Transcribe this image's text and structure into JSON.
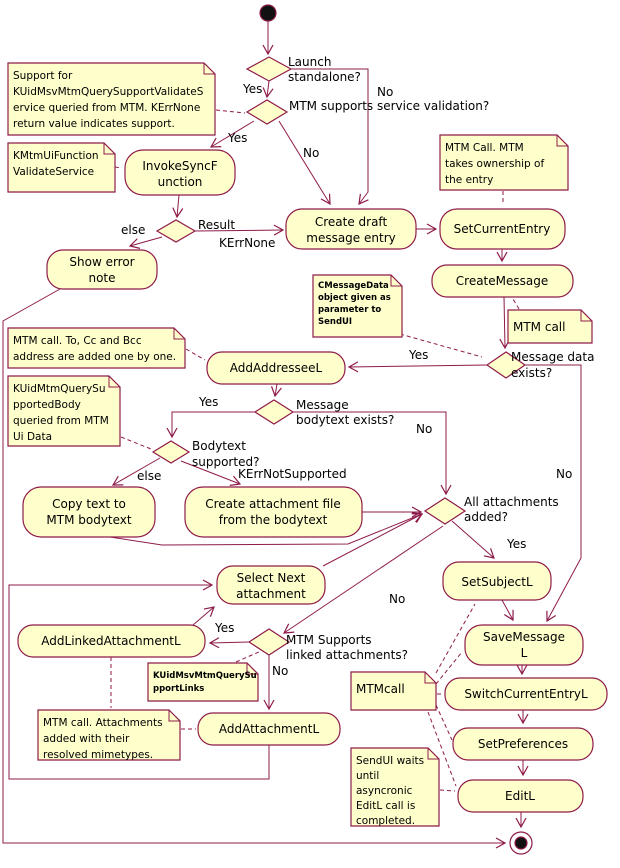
{
  "colors": {
    "accent": "#8E1B4A",
    "shape_fill": "#FFFFCC",
    "text": "#000000",
    "background": "#FFFFFF"
  },
  "activities": {
    "invoke_sync_function": {
      "lines": [
        "InvokeSyncF",
        "unction"
      ]
    },
    "show_error_note": {
      "lines": [
        "Show error",
        "note"
      ]
    },
    "create_draft_message_entry": {
      "lines": [
        "Create draft",
        "message entry"
      ]
    },
    "set_current_entry": {
      "lines": [
        "SetCurrentEntry"
      ]
    },
    "create_message": {
      "lines": [
        "CreateMessage"
      ]
    },
    "add_addressee": {
      "lines": [
        "AddAddresseeL"
      ]
    },
    "copy_text": {
      "lines": [
        "Copy text to",
        "MTM bodytext"
      ]
    },
    "create_attachment_file": {
      "lines": [
        "Create attachment file",
        "from the bodytext"
      ]
    },
    "select_next_attachment": {
      "lines": [
        "Select Next",
        "attachment"
      ]
    },
    "add_linked_attachment": {
      "lines": [
        "AddLinkedAttachmentL"
      ]
    },
    "add_attachment": {
      "lines": [
        "AddAttachmentL"
      ]
    },
    "set_subject": {
      "lines": [
        "SetSubjectL"
      ]
    },
    "save_message": {
      "lines": [
        "SaveMessage",
        "L"
      ]
    },
    "switch_current_entry": {
      "lines": [
        "SwitchCurrentEntryL"
      ]
    },
    "set_preferences": {
      "lines": [
        "SetPreferences"
      ]
    },
    "edit_l": {
      "lines": [
        "EditL"
      ]
    }
  },
  "decisions": {
    "launch_standalone": {
      "lines": [
        "Launch",
        "standalone?"
      ]
    },
    "mtm_supports_validation": {
      "lines": [
        "MTM supports service validation?"
      ]
    },
    "result": {
      "lines": [
        "Result"
      ]
    },
    "message_data_exists": {
      "lines": [
        "Message data",
        "exists?"
      ]
    },
    "message_bodytext_exists": {
      "lines": [
        "Message",
        "bodytext exists?"
      ]
    },
    "bodytext_supported": {
      "lines": [
        "Bodytext",
        "supported?"
      ]
    },
    "all_attachments_added": {
      "lines": [
        "All attachments",
        "added?"
      ]
    },
    "mtm_supports_linked": {
      "lines": [
        "MTM Supports",
        "linked attachments?"
      ]
    }
  },
  "edge_labels": {
    "launch_yes": "Yes",
    "launch_no": "No",
    "validation_yes": "Yes",
    "validation_no": "No",
    "result_else": "else",
    "result_kerrnone": "KErrNone",
    "message_data_yes": "Yes",
    "message_data_no": "No",
    "bodytext_exists_yes": "Yes",
    "bodytext_exists_no": "No",
    "bodytext_supported_else": "else",
    "bodytext_supported_kerr": "KErrNotSupported",
    "attachments_yes": "Yes",
    "attachments_no": "No",
    "linked_yes": "Yes",
    "linked_no": "No"
  },
  "notes": {
    "support_for_kuid": {
      "lines": [
        "Support for",
        "KUidMsvMtmQuerySupportValidateS",
        "ervice queried from MTM. KErrNone",
        "return value indicates support."
      ]
    },
    "kmtm_ui_function": {
      "lines": [
        "KMtmUiFunction",
        "ValidateService"
      ]
    },
    "mtm_takes_ownership": {
      "lines": [
        "MTM Call. MTM",
        "takes ownership of",
        "the entry"
      ]
    },
    "mtm_call_top": {
      "lines": [
        "MTM call"
      ]
    },
    "cmessagedata": {
      "lines": [
        "CMessageData",
        "object given as",
        "parameter to",
        "SendUI"
      ]
    },
    "mtm_call_addresses": {
      "lines": [
        "MTM call. To, Cc and Bcc",
        "address are added one by one."
      ]
    },
    "kuid_supported_body": {
      "lines": [
        "KUidMtmQuerySu",
        "pportedBody",
        "queried from MTM",
        "Ui Data"
      ]
    },
    "kuid_support_links": {
      "lines": [
        "KUidMsvMtmQuerySu",
        "pportLinks"
      ]
    },
    "mtm_call_attachments": {
      "lines": [
        "MTM call. Attachments",
        "added with their",
        "resolved  mimetypes."
      ]
    },
    "mtmcall": {
      "lines": [
        "MTMcall"
      ]
    },
    "sendui_waits": {
      "lines": [
        "SendUI waits",
        "until",
        "asyncronic",
        "EditL call is",
        "completed."
      ]
    }
  }
}
